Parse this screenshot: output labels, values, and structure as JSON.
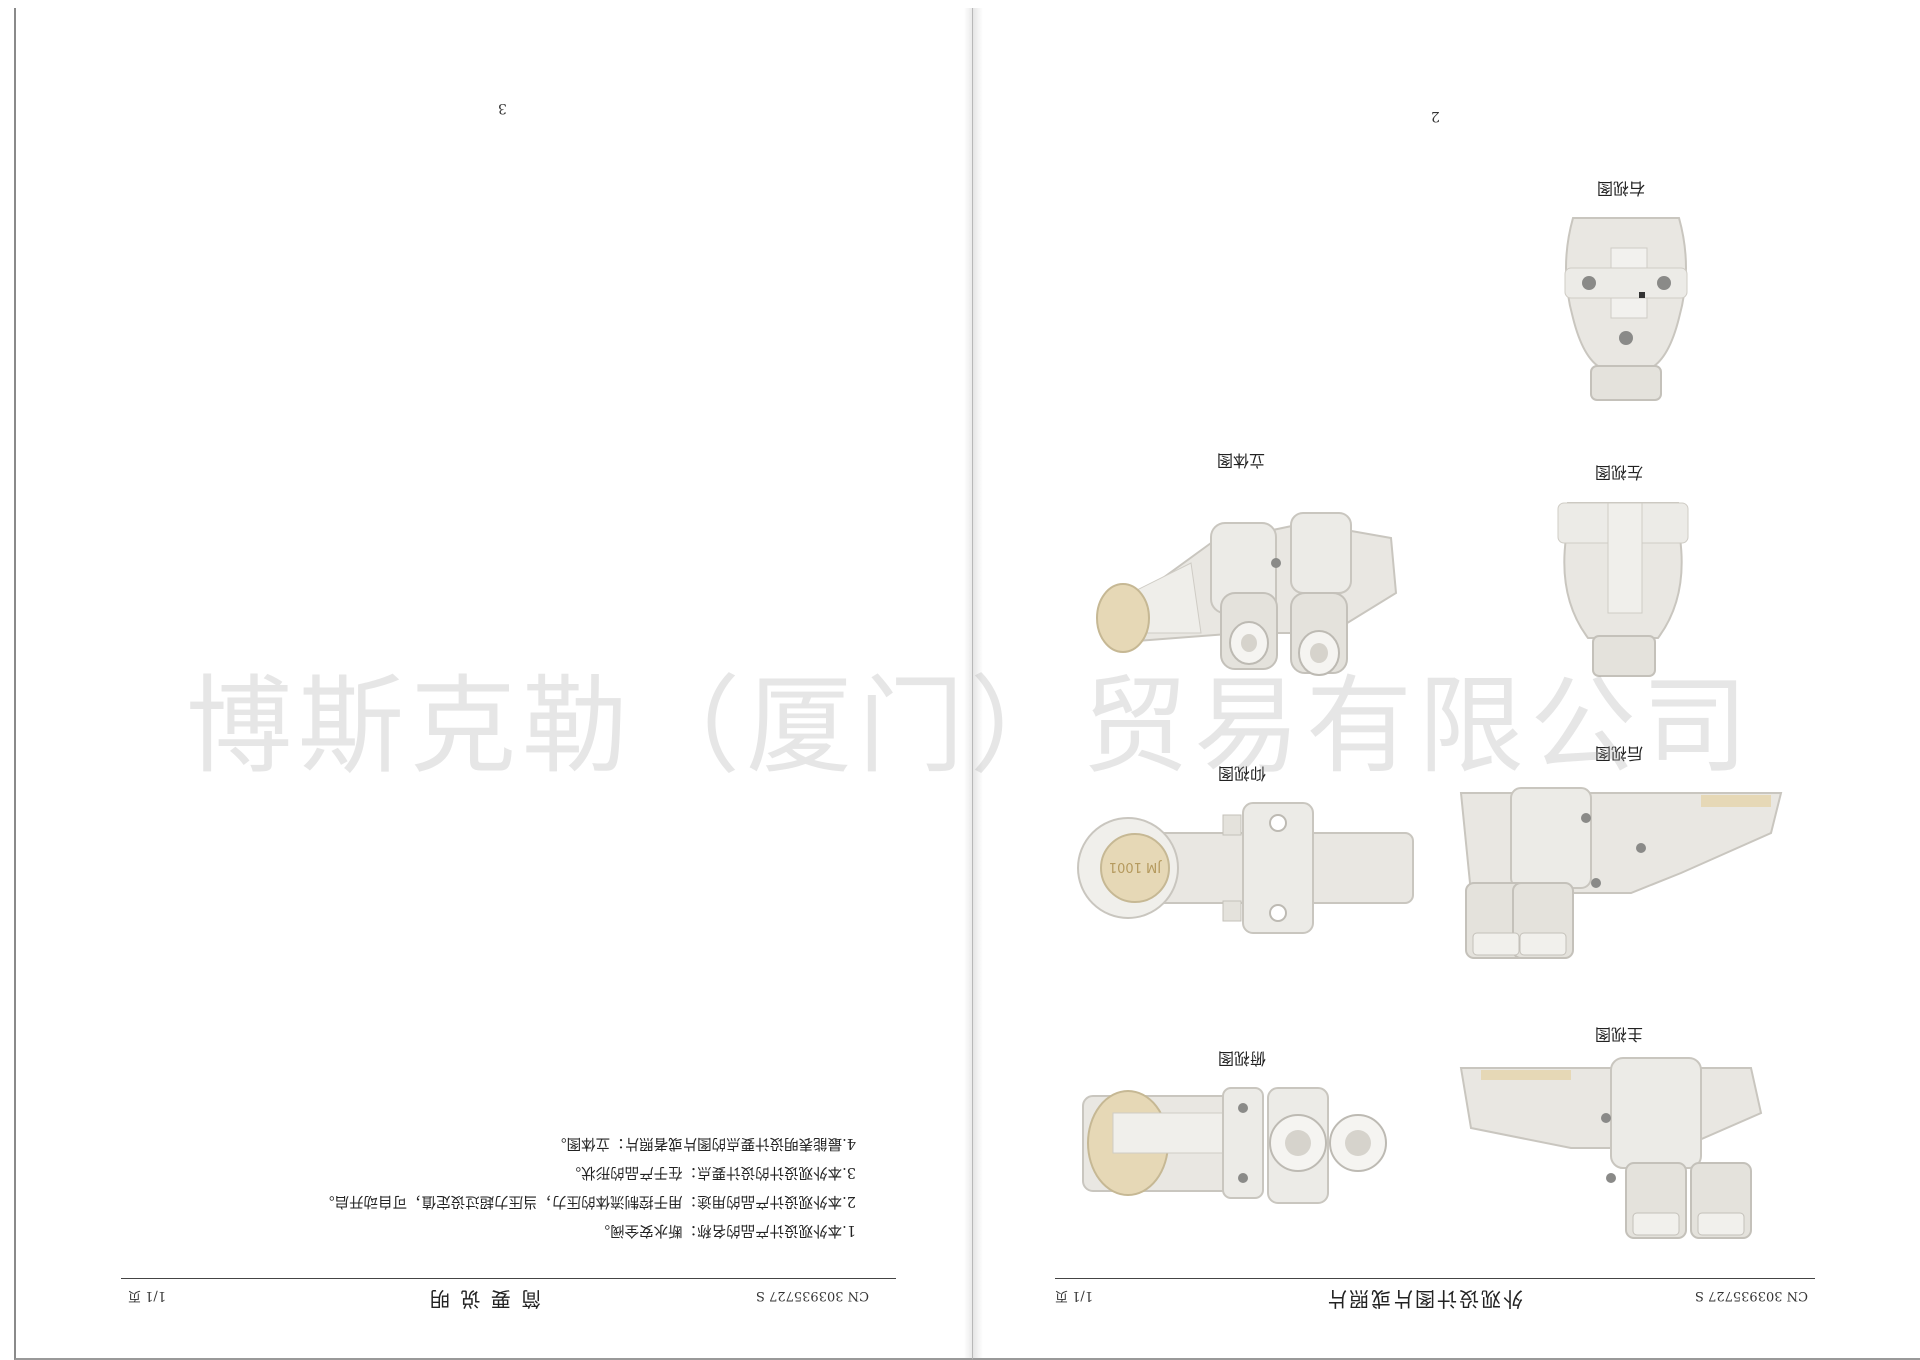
{
  "left_page": {
    "page_number": "3",
    "header": {
      "doc_id": "CN 303935727 S",
      "title": "简 要 说 明",
      "page_count": "1/1 页"
    },
    "notes": [
      "1.本外观设计产品的名称：断水安全阀。",
      "2.本外观设计产品的用途：用于控制流体的压力，当压力超过设定值，可自动开启。",
      "3.本外观设计的设计要点：在于产品的形状。",
      "4.最能表明设计要点的图片或者照片：立体图。"
    ]
  },
  "right_page": {
    "page_number": "2",
    "header": {
      "doc_id": "CN 303935727 S",
      "title": "外观设计图片或照片",
      "page_count": "1/1 页"
    },
    "views": [
      {
        "id": "right",
        "caption": "右视图"
      },
      {
        "id": "perspective",
        "caption": "立体图"
      },
      {
        "id": "left",
        "caption": "左视图"
      },
      {
        "id": "bottom",
        "caption": "仰视图"
      },
      {
        "id": "rear",
        "caption": "后视图"
      },
      {
        "id": "top",
        "caption": "俯视图"
      },
      {
        "id": "front",
        "caption": "主视图"
      }
    ],
    "part_marking": "JM 1001"
  },
  "watermark": "博斯克勒（厦门）贸易有限公司",
  "colors": {
    "part_body": "#e9e7e2",
    "part_shadow": "#c9c6bf",
    "disc": "#e6d8b6",
    "screw": "#8a8a88"
  }
}
